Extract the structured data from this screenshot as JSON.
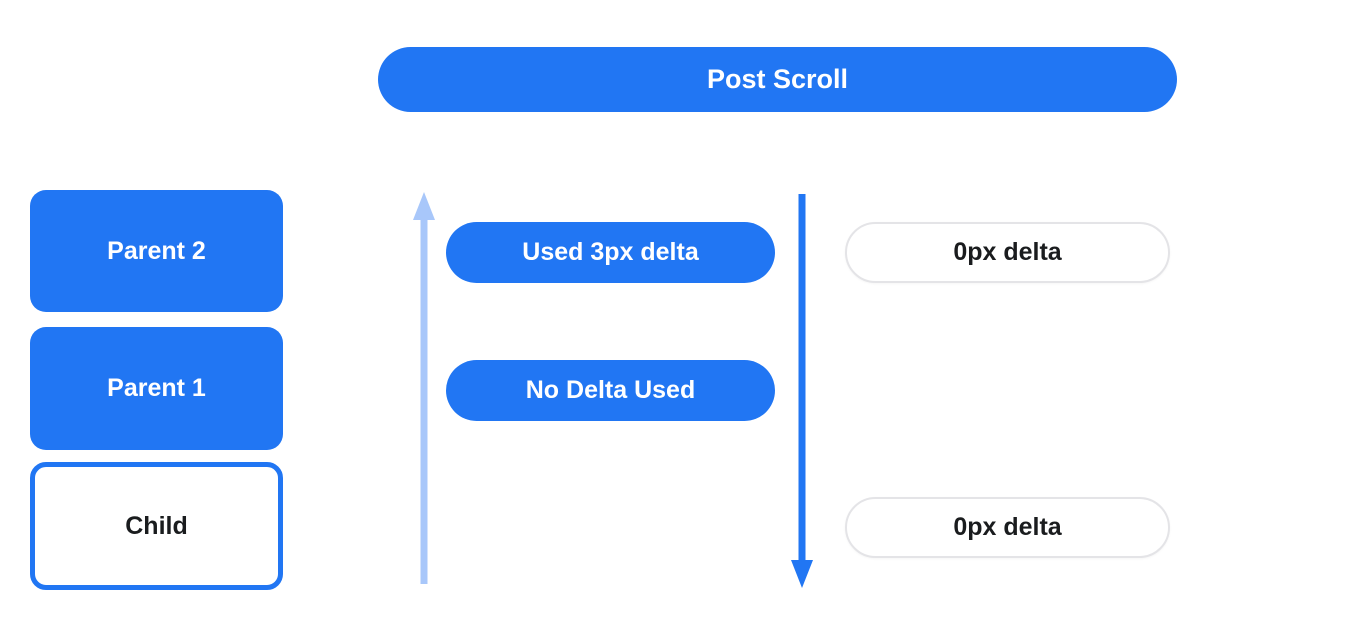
{
  "diagram": {
    "title": "Post Scroll",
    "left_column": {
      "boxes": [
        {
          "label": "Parent 2",
          "style": "filled"
        },
        {
          "label": "Parent 1",
          "style": "filled"
        },
        {
          "label": "Child",
          "style": "outlined"
        }
      ]
    },
    "middle_column": {
      "pills": [
        {
          "label": "Used 3px delta"
        },
        {
          "label": "No Delta Used"
        }
      ]
    },
    "right_column": {
      "pills": [
        {
          "label": "0px delta"
        },
        {
          "label": "0px delta"
        }
      ]
    },
    "arrows": [
      {
        "name": "scroll-up-arrow",
        "direction": "up",
        "color": "#a8c7fa"
      },
      {
        "name": "scroll-down-arrow",
        "direction": "down",
        "color": "#2176f3"
      }
    ],
    "colors": {
      "primary_blue": "#2176f3",
      "light_blue": "#a8c7fa",
      "pill_border_gray": "#e4e4e7",
      "text_dark": "#1a1c1e",
      "background": "#ffffff"
    }
  }
}
